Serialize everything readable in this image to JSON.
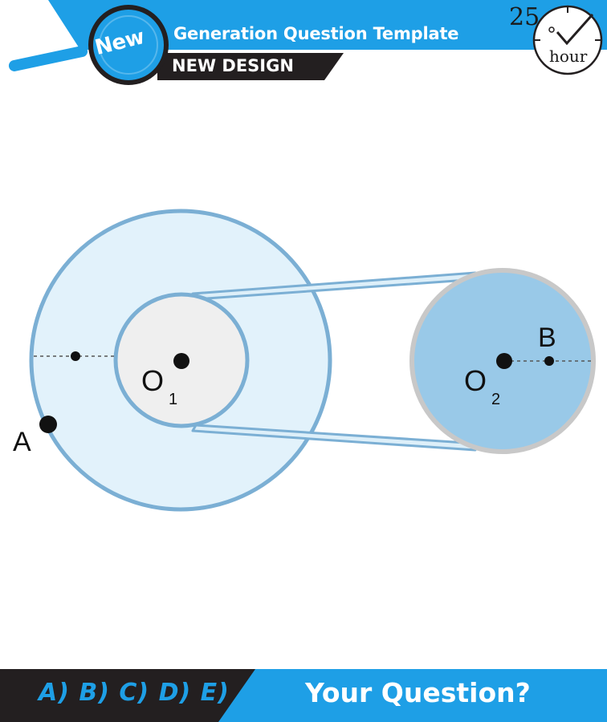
{
  "header": {
    "badge": "New",
    "title": "Generation Question Template",
    "subtitle": "NEW DESIGN",
    "clock_number": "25",
    "clock_unit": "hour"
  },
  "diagram": {
    "labels": {
      "point_a": "A",
      "point_b": "B",
      "center_1_letter": "O",
      "center_1_sub": "1",
      "center_2_letter": "O",
      "center_2_sub": "2"
    }
  },
  "footer": {
    "answer_options": "A) B) C) D) E)",
    "question": "Your Question?"
  },
  "colors": {
    "brand_blue": "#1e9fe6",
    "dark_band": "#231f20",
    "large_wheel_fill": "#e2f2fb",
    "wheel_rim": "#7bafd4",
    "hub_fill": "#efefef",
    "small_wheel_fill": "#99c9e8",
    "small_wheel_rim": "#c8c8c8"
  },
  "icons": [
    "magnifier-icon",
    "clock-icon",
    "checkmark-icon"
  ]
}
